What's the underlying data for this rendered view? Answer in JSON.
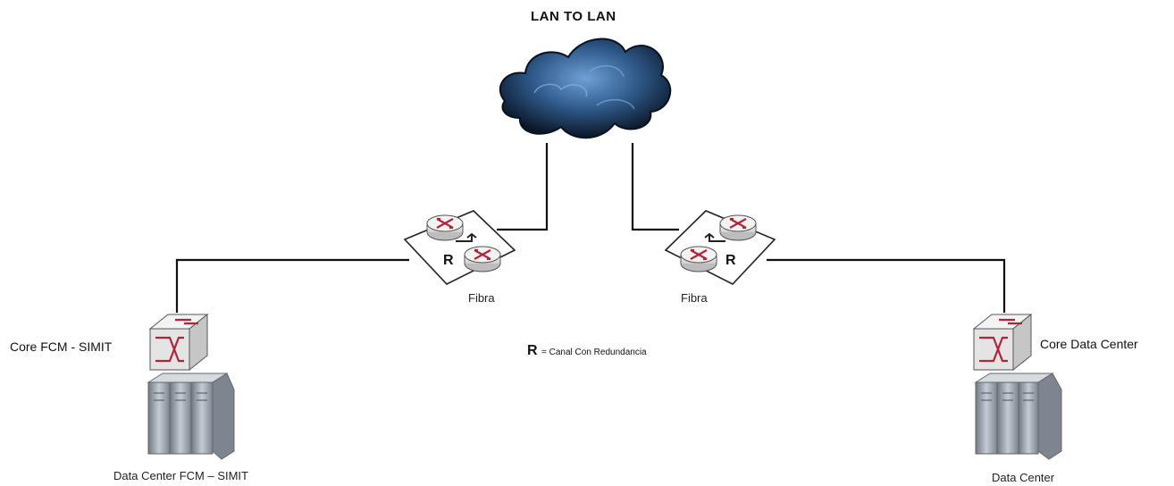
{
  "title": "LAN TO LAN",
  "nodes": {
    "cloud": {
      "icon": "cloud-icon"
    },
    "left_router_pair": {
      "label": "Fibra",
      "badge": "R",
      "icon": "redundant-router-icon"
    },
    "right_router_pair": {
      "label": "Fibra",
      "badge": "R",
      "icon": "redundant-router-icon"
    },
    "left_switch": {
      "label": "Core FCM - SIMIT",
      "icon": "core-switch-icon"
    },
    "right_switch": {
      "label": "Core Data Center",
      "icon": "core-switch-icon"
    },
    "left_servers": {
      "label": "Data Center FCM – SIMIT",
      "icon": "server-rack-icon"
    },
    "right_servers": {
      "label": "Data Center",
      "icon": "server-rack-icon"
    }
  },
  "legend": {
    "key": "R",
    "text": "= Canal Con Redundancia"
  },
  "colors": {
    "link": "#111111",
    "cloud_dark": "#0d1b2e",
    "cloud_light": "#4f86c6",
    "router_mark": "#b0243a",
    "device_body": "#e9e9e9",
    "rack_body": "#9aa3ad"
  }
}
